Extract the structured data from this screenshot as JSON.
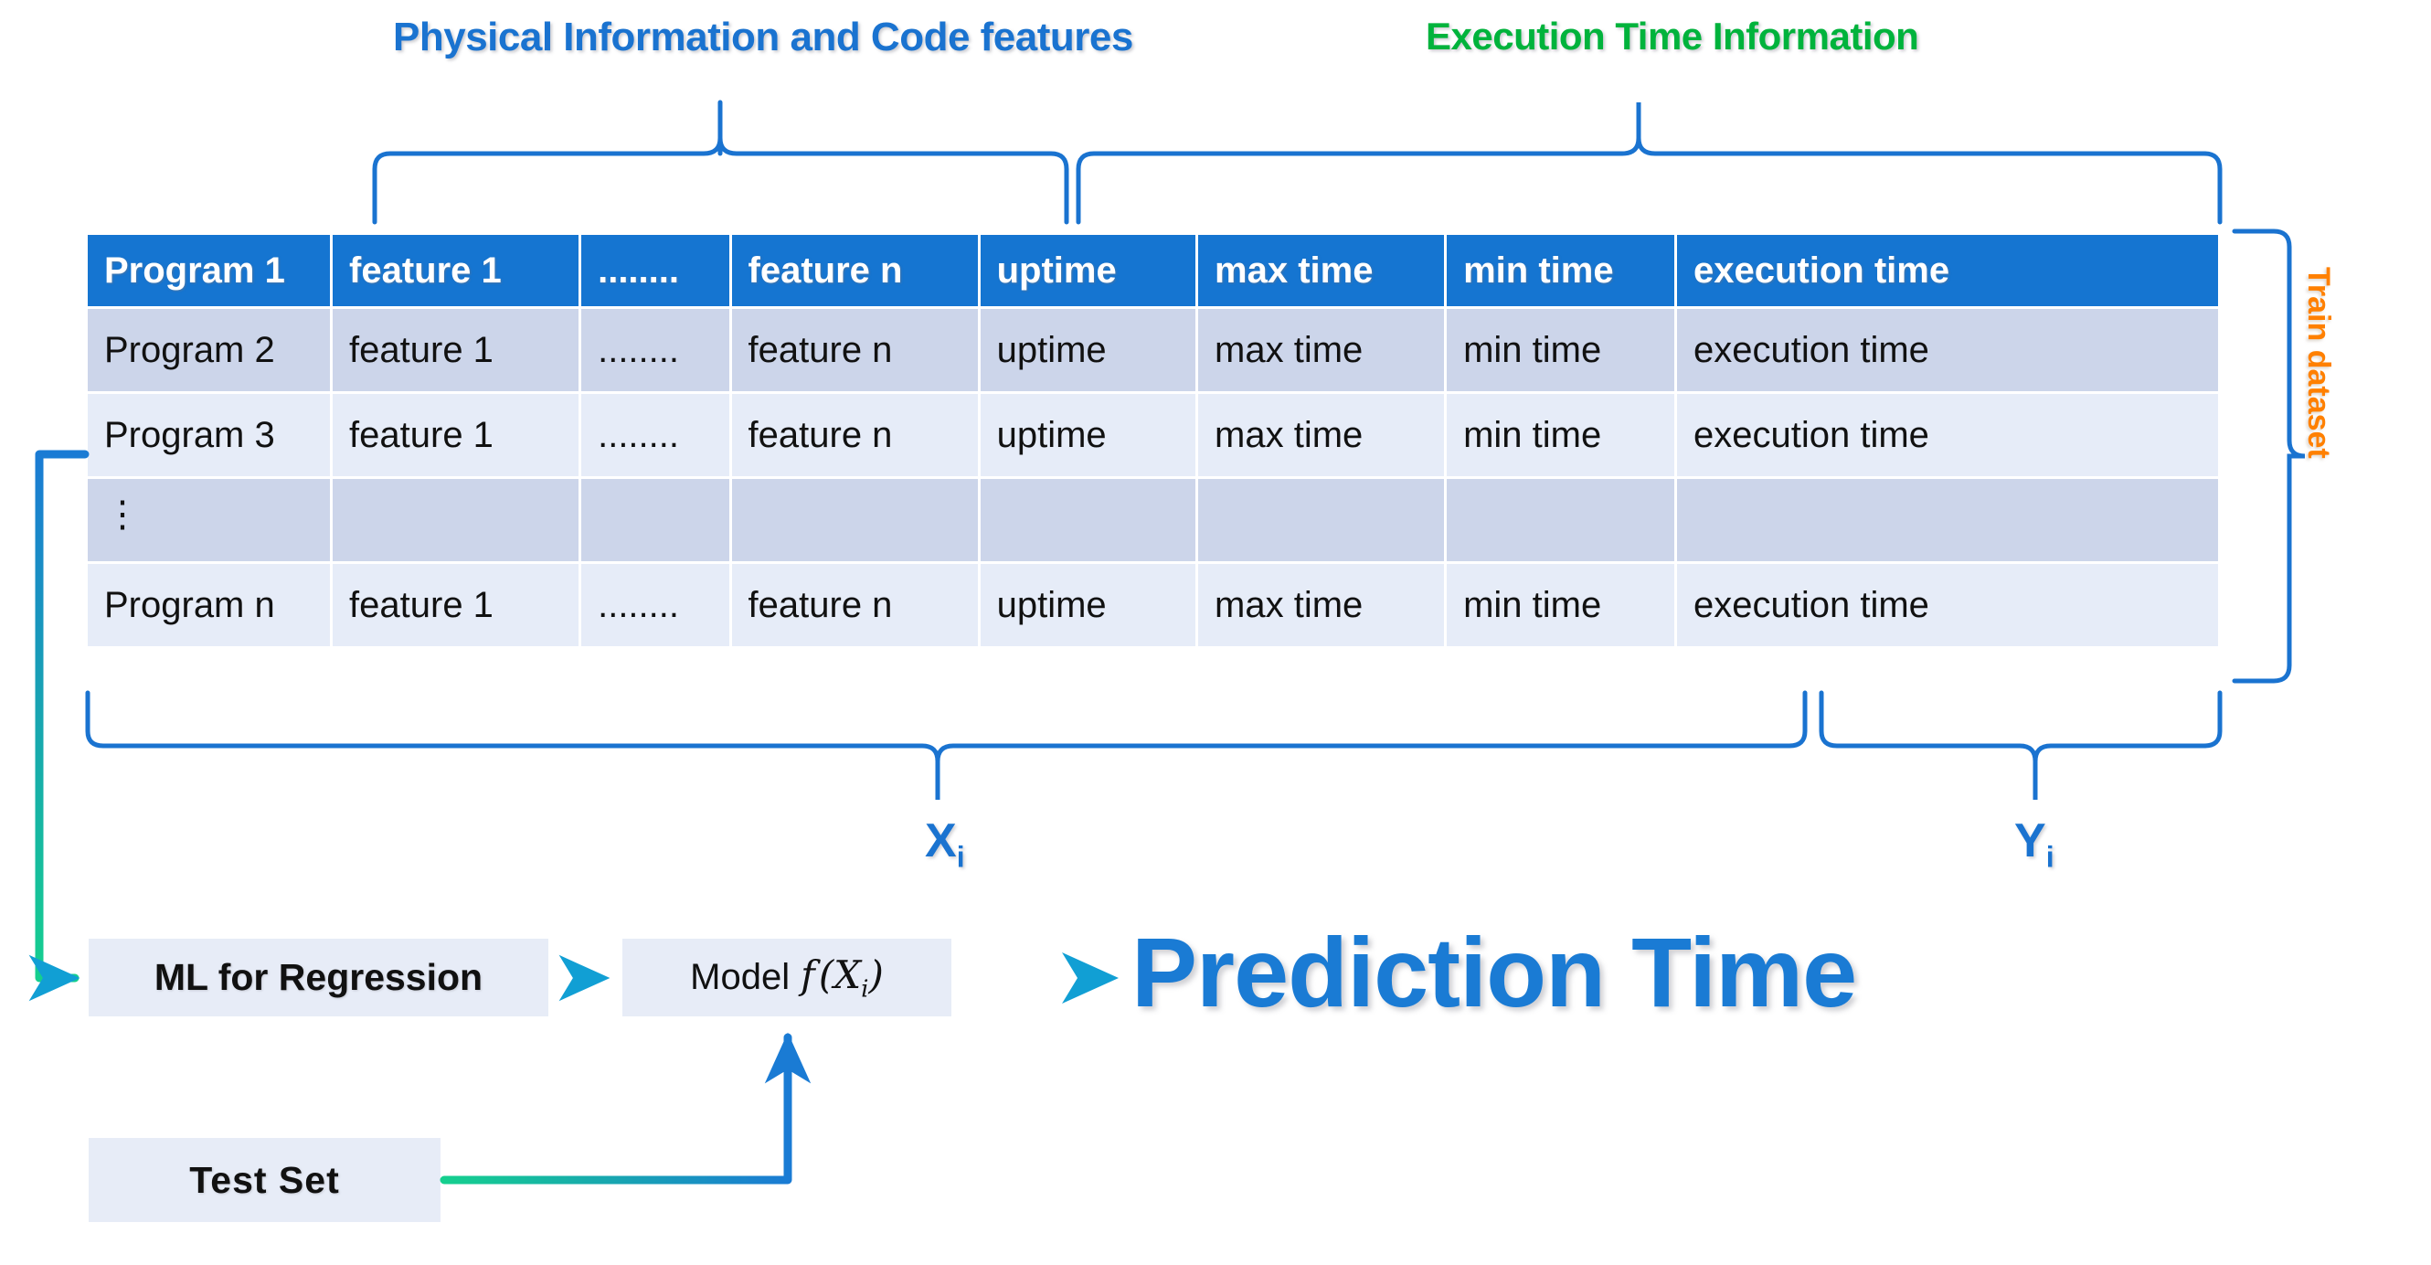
{
  "top_labels": {
    "physical": "Physical Information and Code features",
    "execution": "Execution Time Information"
  },
  "side_label": {
    "train_dataset": "Train dataset"
  },
  "table": {
    "headers": [
      "Program 1",
      "feature 1",
      "........",
      "feature n",
      "uptime",
      "max time",
      "min time",
      "execution time"
    ],
    "rows": [
      {
        "style": "dark",
        "cells": [
          "Program 2",
          "feature 1",
          "........",
          "feature n",
          "uptime",
          "max time",
          "min time",
          "execution time"
        ]
      },
      {
        "style": "light",
        "cells": [
          "Program 3",
          "feature 1",
          "........",
          "feature n",
          "uptime",
          "max time",
          "min time",
          "execution time"
        ]
      },
      {
        "style": "dark",
        "cells": [
          "⋮",
          "",
          "",
          "",
          "",
          "",
          "",
          ""
        ]
      },
      {
        "style": "light",
        "cells": [
          "Program n",
          "feature 1",
          "........",
          "feature n",
          "uptime",
          "max time",
          "min time",
          "execution time"
        ]
      }
    ]
  },
  "brace_labels": {
    "x_symbol": "X",
    "x_subscript": "i",
    "y_symbol": "Y",
    "y_subscript": "i"
  },
  "pipeline": {
    "ml_box": "ML for Regression",
    "model_box_text": "Model",
    "model_box_function": "f",
    "model_box_arg": "X",
    "model_box_arg_sub": "i",
    "test_box": "Test  Set",
    "output": "Prediction Time"
  },
  "colors": {
    "header_blue": "#1575d1",
    "row_dark": "#ccd5ea",
    "row_light": "#e6ecf8",
    "label_blue": "#1a73d0",
    "label_green": "#00b33c",
    "label_orange": "#ff8000",
    "brace_blue": "#1a73d0",
    "arrow_green": "#15cf8e",
    "arrow_blue": "#1a7bd4",
    "prediction_blue": "#1a7bd4",
    "box_fill": "#e7ecf7"
  }
}
